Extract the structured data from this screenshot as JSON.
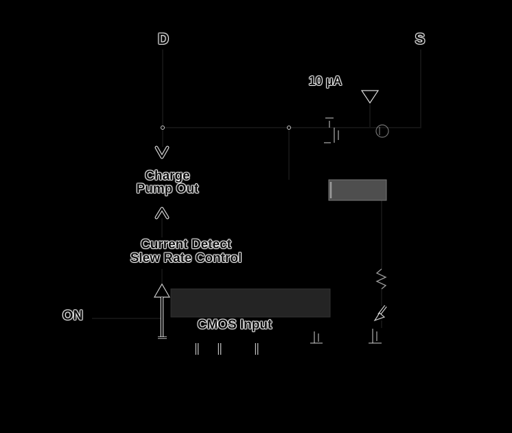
{
  "diagram": {
    "pins": {
      "drain": "D",
      "source": "S",
      "on": "ON"
    },
    "labels": {
      "current_source": "10 µA",
      "charge_pump_line1": "Charge",
      "charge_pump_line2": "Pump Out",
      "current_detect": "Current Detect",
      "slew_rate_control": "Slew Rate Control",
      "cmos_input": "CMOS Input"
    },
    "colors": {
      "background": "#000000",
      "text_ink": "#0d0d0d",
      "text_halo": "#ffffff",
      "resistor_block": "#4e4e4e",
      "logic_block": "#242424",
      "symbol_outline": "#b5b5b5"
    }
  }
}
